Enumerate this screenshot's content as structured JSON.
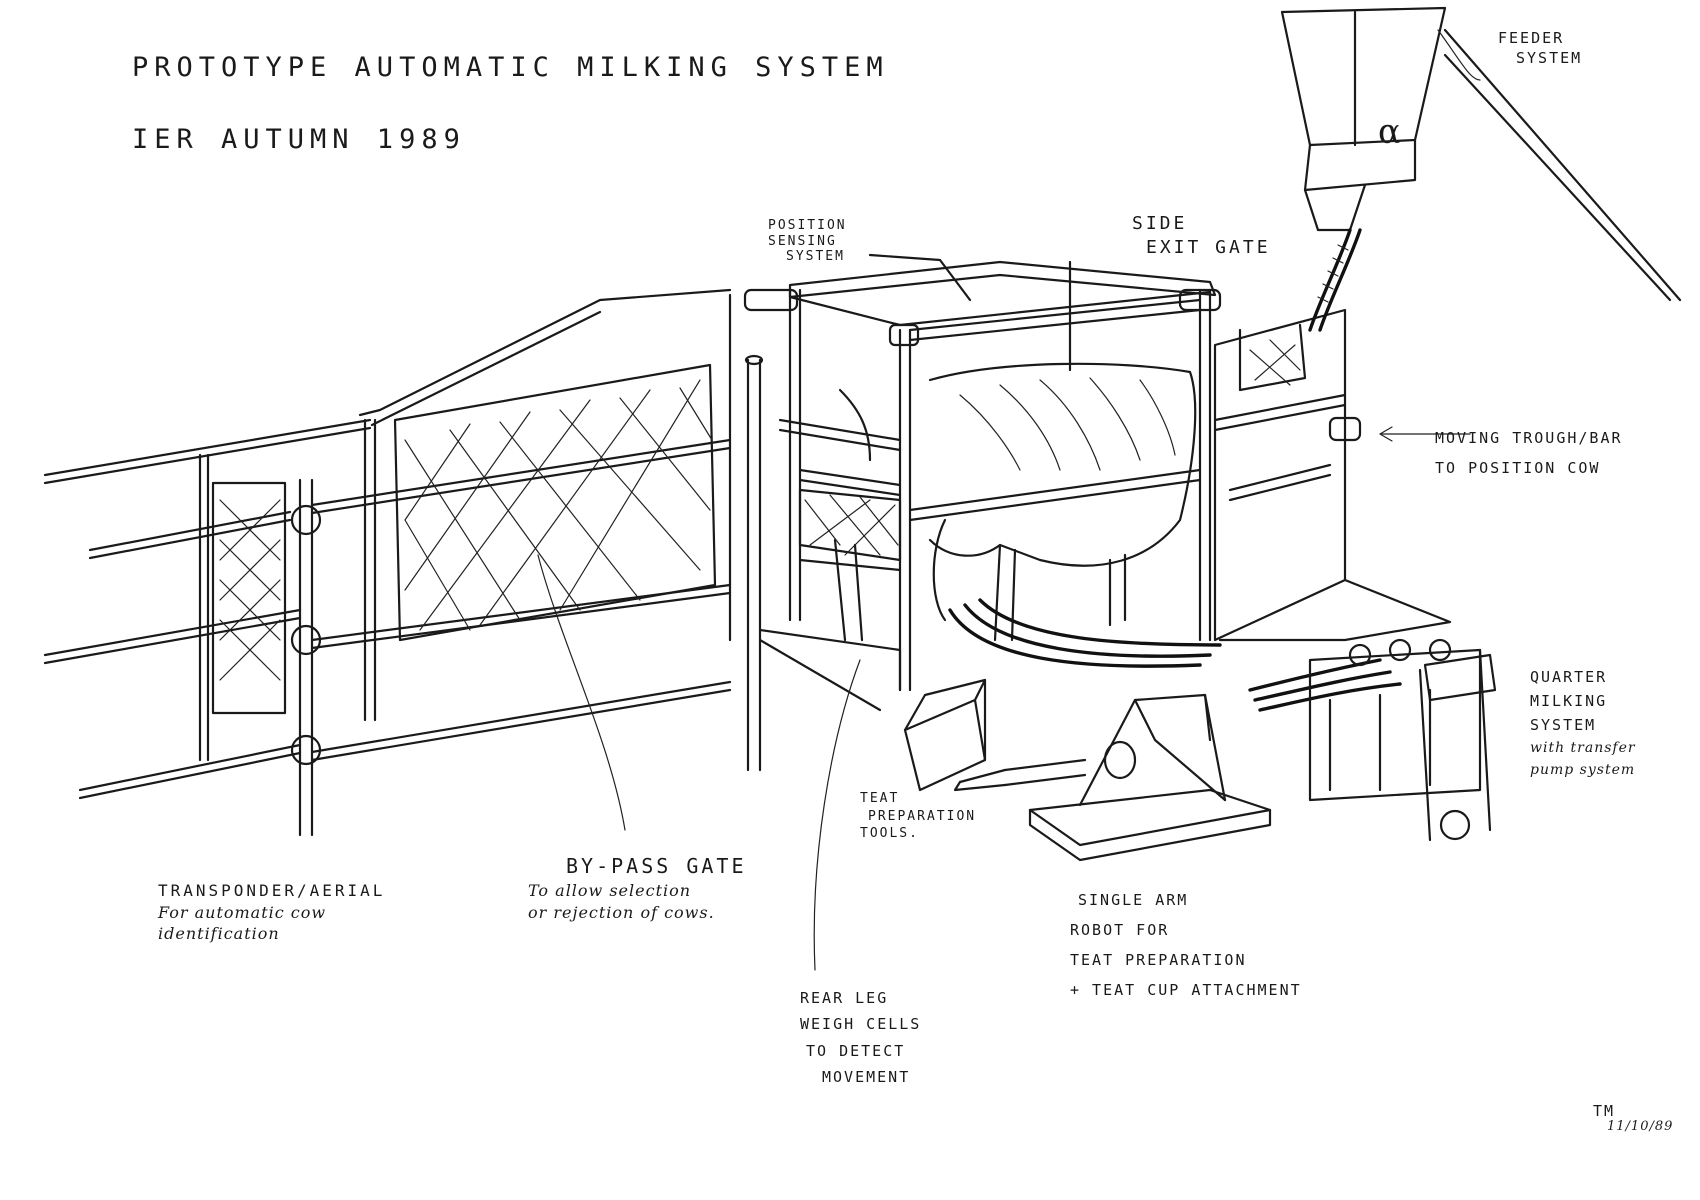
{
  "title": {
    "line1": "PROTOTYPE AUTOMATIC MILKING SYSTEM",
    "line2": "IER AUTUMN 1989"
  },
  "labels": {
    "feeder": [
      "FEEDER",
      "SYSTEM"
    ],
    "position_sensing": [
      "POSITION",
      "SENSING",
      "SYSTEM"
    ],
    "side_exit": [
      "SIDE",
      "EXIT GATE"
    ],
    "moving_trough": [
      "MOVING TROUGH/BAR",
      "TO POSITION COW"
    ],
    "quarter_milking": [
      "QUARTER",
      "MILKING",
      "SYSTEM",
      "with transfer",
      "pump system"
    ],
    "teat_tools": [
      "TEAT",
      "PREPARATION",
      "TOOLS."
    ],
    "transponder": [
      "TRANSPONDER/AERIAL",
      "For automatic cow",
      "identification"
    ],
    "bypass_gate": [
      "BY-PASS GATE",
      "To allow selection",
      "or rejection of cows."
    ],
    "rear_leg": [
      "REAR LEG",
      "WEIGH CELLS",
      "TO DETECT",
      "MOVEMENT"
    ],
    "robot": [
      "SINGLE ARM",
      "ROBOT FOR",
      "TEAT PREPARATION",
      "+ TEAT CUP ATTACHMENT"
    ]
  },
  "signature": {
    "initials": "TM",
    "date": "11/10/89"
  },
  "feeder_symbol": "α",
  "colors": {
    "ink": "#1a1a1a",
    "paper": "#ffffff"
  }
}
